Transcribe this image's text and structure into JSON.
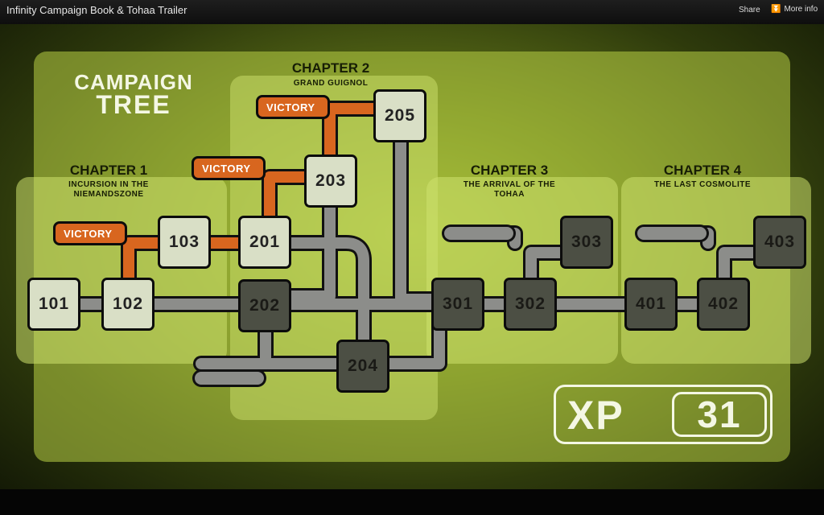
{
  "window": {
    "title": "Infinity Campaign Book & Tohaa Trailer",
    "share_label": "Share",
    "more_info_label": "More info",
    "more_info_icon": "double-chevron-down-icon"
  },
  "colors": {
    "light_node": "#d9dfc6",
    "dark_node": "#4c4f44",
    "victory": "#d8661f",
    "path_gray": "#8c8d8a",
    "panel_green": "#c8dc5a"
  },
  "tree": {
    "title_line1": "CAMPAIGN",
    "title_line2": "TREE",
    "chapters": [
      {
        "heading": "CHAPTER 1",
        "subtitle_line1": "INCURSION IN THE",
        "subtitle_line2": "NIEMANDSZONE"
      },
      {
        "heading": "CHAPTER 2",
        "subtitle_line1": "GRAND GUIGNOL",
        "subtitle_line2": ""
      },
      {
        "heading": "CHAPTER 3",
        "subtitle_line1": "THE ARRIVAL OF THE",
        "subtitle_line2": "TOHAA"
      },
      {
        "heading": "CHAPTER 4",
        "subtitle_line1": "THE LAST COSMOLITE",
        "subtitle_line2": ""
      }
    ],
    "victory_label": "VICTORY",
    "nodes": {
      "n101": "101",
      "n102": "102",
      "n103": "103",
      "n201": "201",
      "n202": "202",
      "n203": "203",
      "n204": "204",
      "n205": "205",
      "n301": "301",
      "n302": "302",
      "n303": "303",
      "n401": "401",
      "n402": "402",
      "n403": "403"
    }
  },
  "badge": {
    "prefix": "XP",
    "value": "31"
  }
}
